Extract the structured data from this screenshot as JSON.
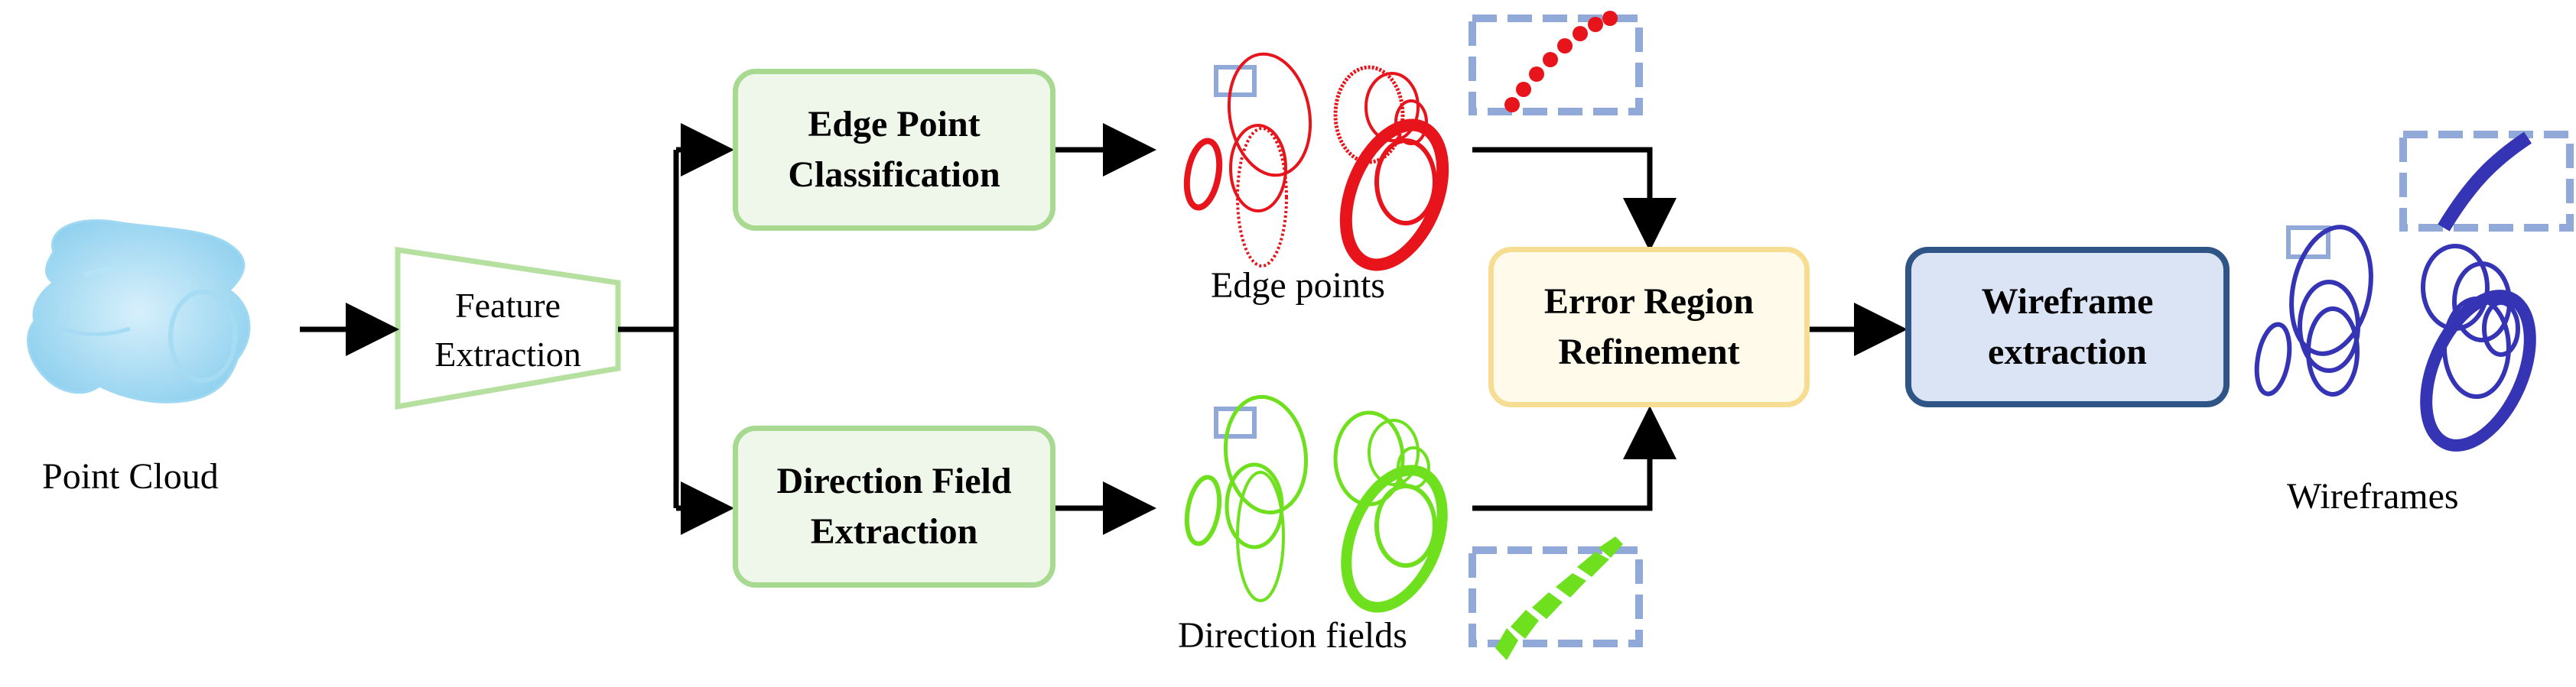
{
  "labels": {
    "point_cloud": "Point Cloud",
    "feature_extraction_line1": "Feature",
    "feature_extraction_line2": "Extraction",
    "edge_point_line1": "Edge Point",
    "edge_point_line2": "Classification",
    "direction_field_line1": "Direction Field",
    "direction_field_line2": "Extraction",
    "edge_points": "Edge points",
    "direction_fields": "Direction fields",
    "error_region_line1": "Error Region",
    "error_region_line2": "Refinement",
    "wireframe_line1": "Wireframe",
    "wireframe_line2": "extraction",
    "wireframes": "Wireframes"
  },
  "colors": {
    "point_cloud": "#8ccfee",
    "edge_red": "#e8141c",
    "direction_green": "#6fe01e",
    "wireframe_blue": "#3434b4",
    "dashed_box": "#91a9d9",
    "green_box_border": "#a7d990",
    "yellow_box_border": "#f6dd92",
    "blue_box_border": "#2f5486"
  }
}
